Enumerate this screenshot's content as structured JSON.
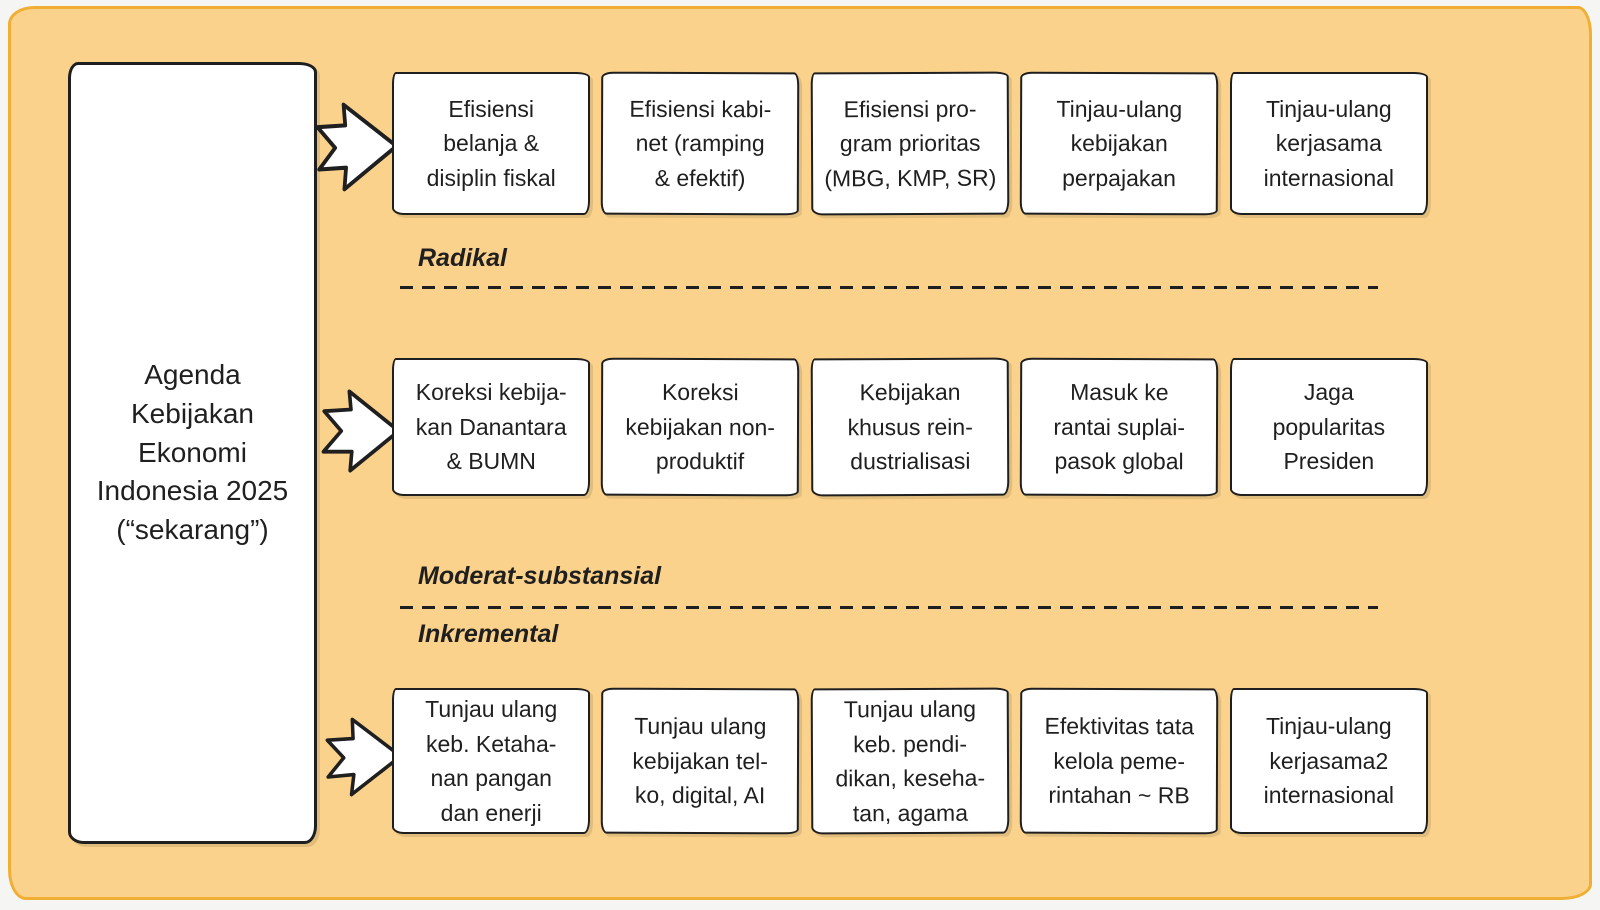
{
  "colors": {
    "canvas_background": "#F5F5F3",
    "frame_fill": "#FBD28C",
    "frame_border": "#F1AE35",
    "box_fill": "#FFFFFF",
    "ink": "#1F1F1F"
  },
  "root_box": {
    "label": "Agenda\nKebijakan\nEkonomi\nIndonesia 2025\n(“sekarang”)"
  },
  "tiers": [
    {
      "label": "Radikal",
      "boxes": [
        {
          "text": "Efisiensi\nbelanja &\ndisiplin fiskal"
        },
        {
          "text": "Efisiensi kabi-\nnet (ramping\n& efektif)"
        },
        {
          "text": "Efisiensi pro-\ngram prioritas\n(MBG, KMP, SR)"
        },
        {
          "text": "Tinjau-ulang\nkebijakan\nperpajakan"
        },
        {
          "text": "Tinjau-ulang\nkerjasama\ninternasional"
        }
      ]
    },
    {
      "label": "Moderat-substansial",
      "boxes": [
        {
          "text": "Koreksi kebija-\nkan Danantara\n& BUMN"
        },
        {
          "text": "Koreksi\nkebijakan non-\nproduktif"
        },
        {
          "text": "Kebijakan\nkhusus rein-\ndustrialisasi"
        },
        {
          "text": "Masuk ke\nrantai suplai-\npasok global"
        },
        {
          "text": "Jaga\npopularitas\nPresiden"
        }
      ]
    },
    {
      "label": "Inkremental",
      "boxes": [
        {
          "text": "Tunjau ulang\nkeb. Ketaha-\nnan pangan\ndan enerji"
        },
        {
          "text": "Tunjau ulang\nkebijakan tel-\nko, digital, AI"
        },
        {
          "text": "Tunjau ulang\nkeb. pendi-\ndikan, keseha-\ntan, agama"
        },
        {
          "text": "Efektivitas tata\nkelola peme-\nrintahan ~ RB"
        },
        {
          "text": "Tinjau-ulang\nkerjasama2\ninternasional"
        }
      ]
    }
  ]
}
